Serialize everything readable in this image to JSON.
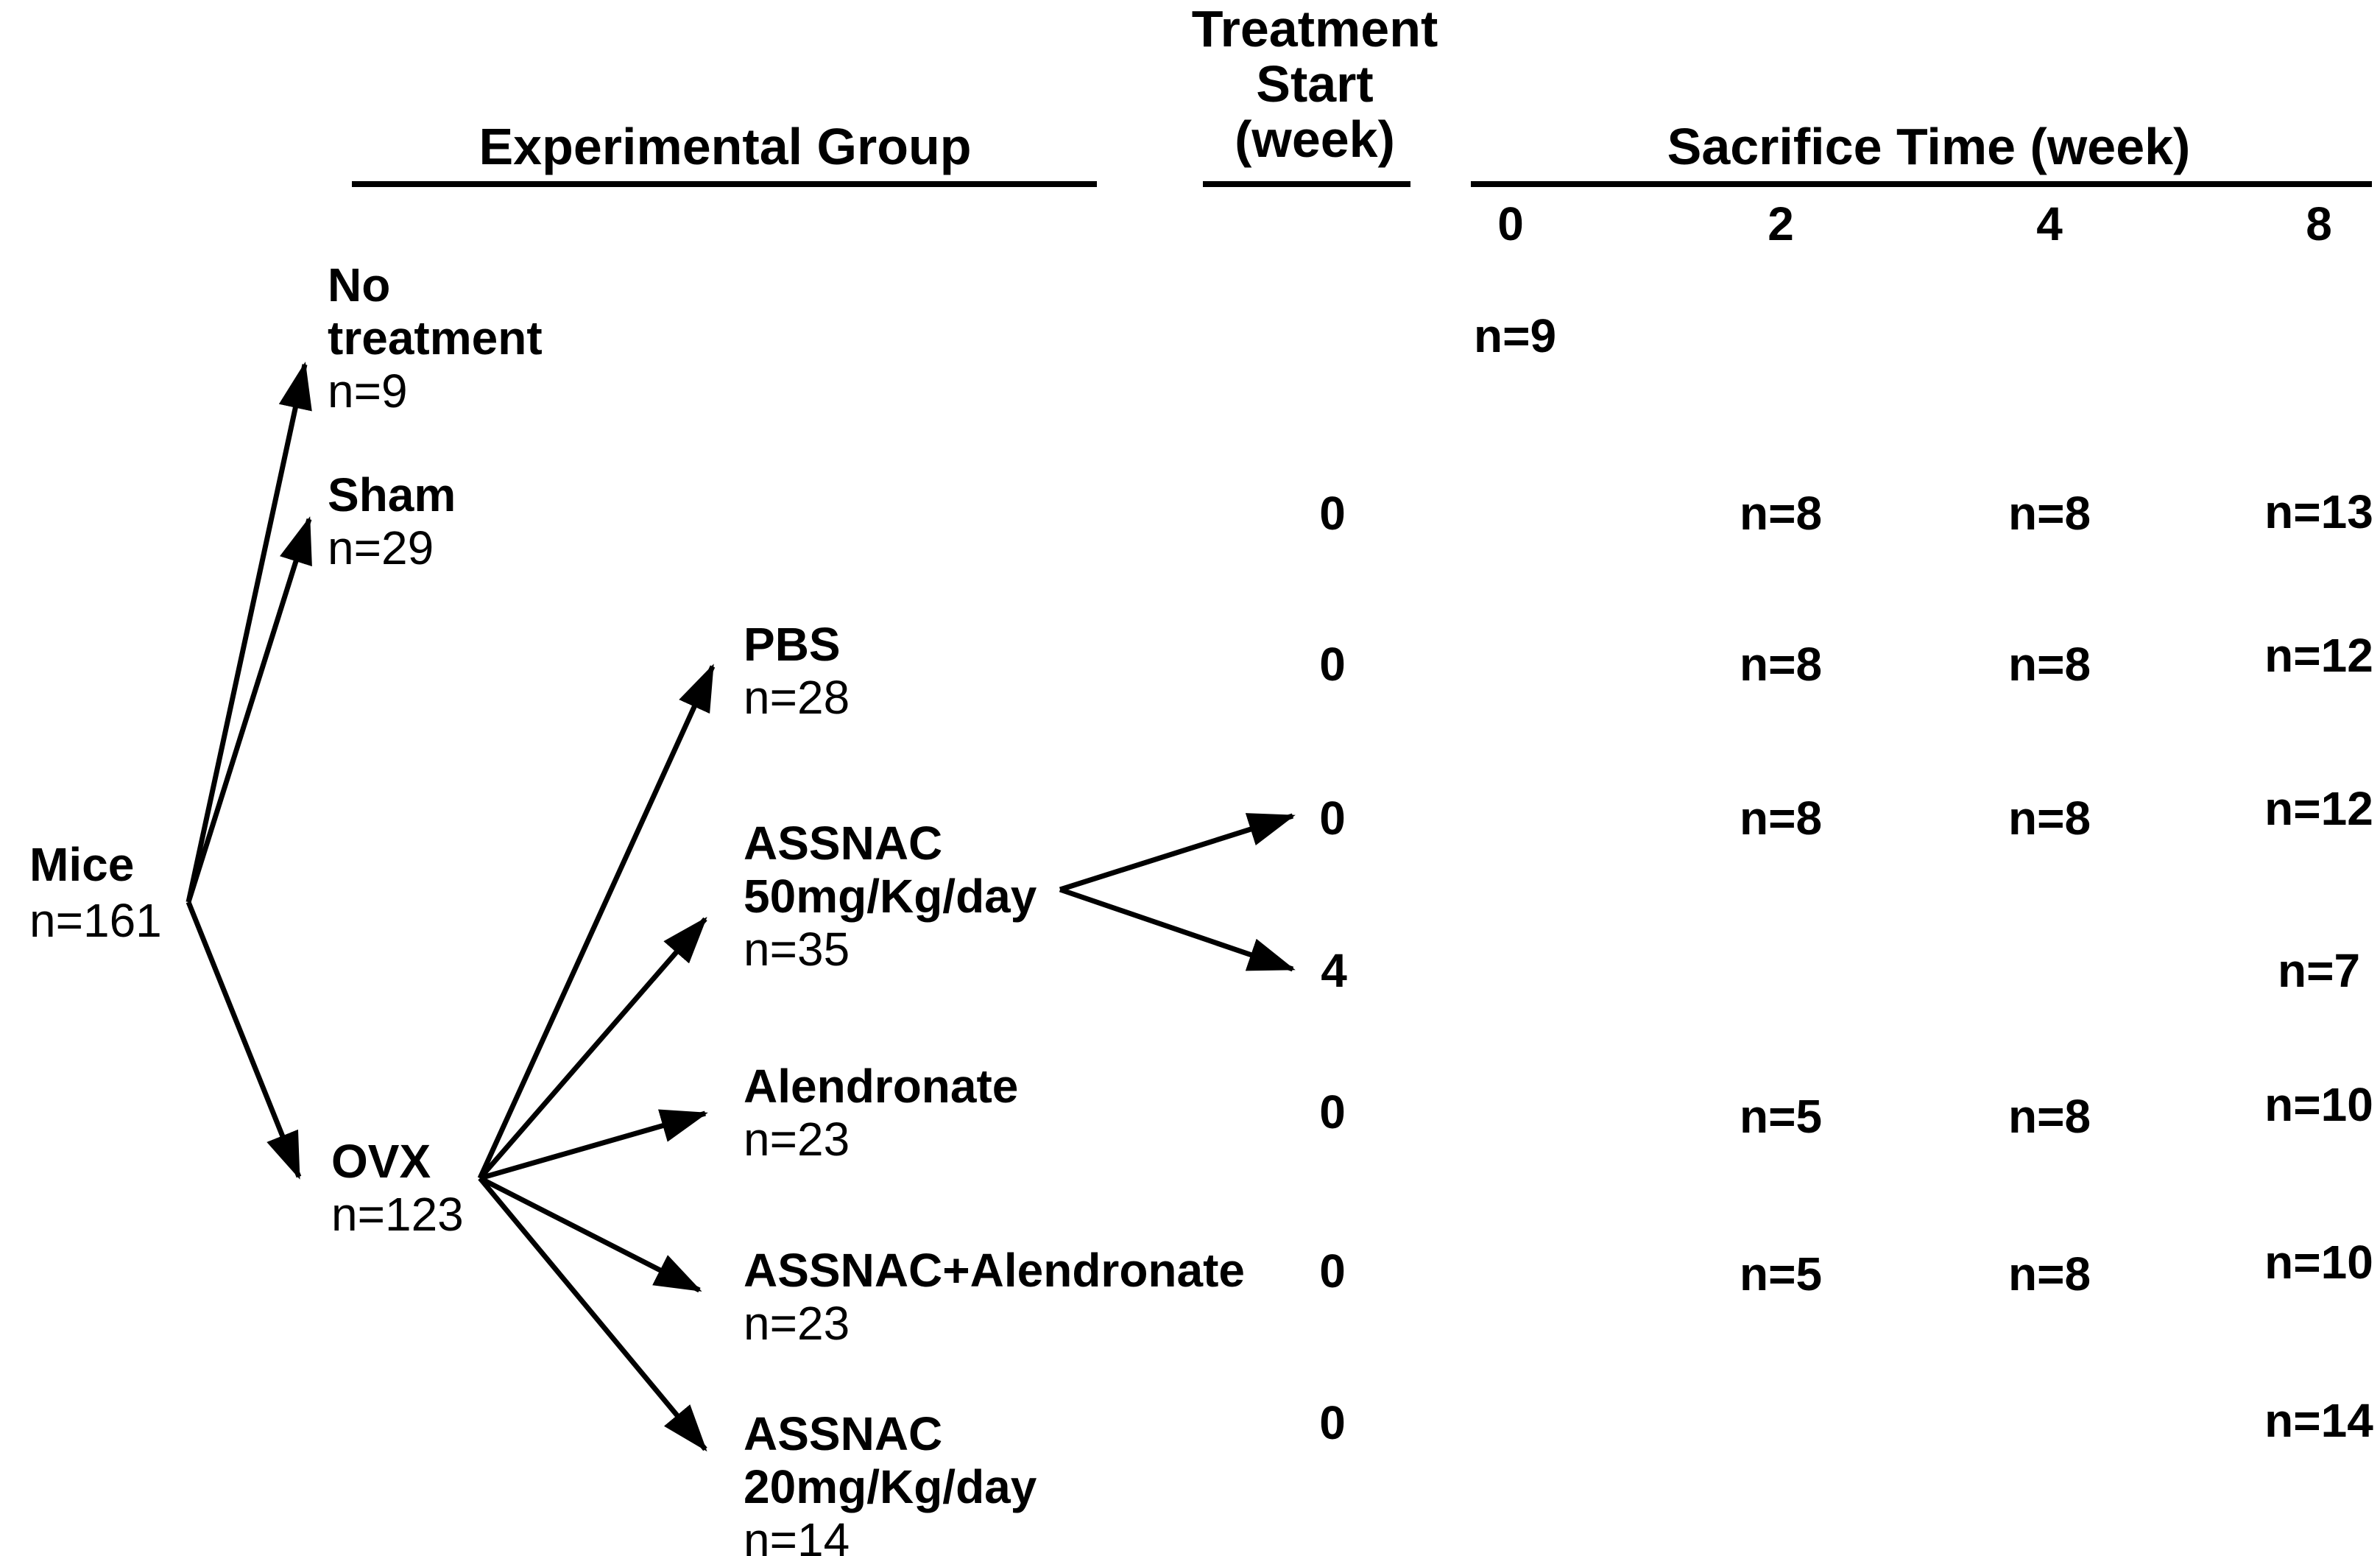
{
  "figure": {
    "title": "Experimental design flow diagram",
    "ink_color": "#000000",
    "background_color": "#ffffff"
  },
  "headers": {
    "experimental_group": "Experimental Group",
    "treatment_start_lines": [
      "Treatment",
      "Start",
      "(week)"
    ],
    "sacrifice_time": "Sacrifice Time (week)",
    "sacrifice_columns": [
      "0",
      "2",
      "4",
      "8"
    ]
  },
  "tree": {
    "root": {
      "label": "Mice",
      "n": "n=161"
    },
    "branches": [
      {
        "line1": "No",
        "line2": "treatment",
        "n": "n=9"
      },
      {
        "line1": "Sham",
        "n": "n=29"
      },
      {
        "line1": "OVX",
        "n": "n=123"
      }
    ],
    "ovx_branches": [
      {
        "line1": "PBS",
        "n": "n=28"
      },
      {
        "line1": "ASSNAC",
        "line2": "50mg/Kg/day",
        "n": "n=35"
      },
      {
        "line1": "Alendronate",
        "n": "n=23"
      },
      {
        "line1": "ASSNAC+Alendronate",
        "n": "n=23"
      },
      {
        "line1": "ASSNAC",
        "line2": "20mg/Kg/day",
        "n": "n=14"
      }
    ]
  },
  "table": {
    "rows": [
      {
        "start": "",
        "w0": "n=9",
        "w2": "",
        "w4": "",
        "w8": ""
      },
      {
        "start": "0",
        "w0": "",
        "w2": "n=8",
        "w4": "n=8",
        "w8": "n=13"
      },
      {
        "start": "0",
        "w0": "",
        "w2": "n=8",
        "w4": "n=8",
        "w8": "n=12"
      },
      {
        "start": "0",
        "w0": "",
        "w2": "n=8",
        "w4": "n=8",
        "w8": "n=12"
      },
      {
        "start": "4",
        "w0": "",
        "w2": "",
        "w4": "",
        "w8": "n=7"
      },
      {
        "start": "0",
        "w0": "",
        "w2": "n=5",
        "w4": "n=8",
        "w8": "n=10"
      },
      {
        "start": "0",
        "w0": "",
        "w2": "n=5",
        "w4": "n=8",
        "w8": "n=10"
      },
      {
        "start": "0",
        "w0": "",
        "w2": "",
        "w4": "",
        "w8": "n=14"
      }
    ]
  }
}
